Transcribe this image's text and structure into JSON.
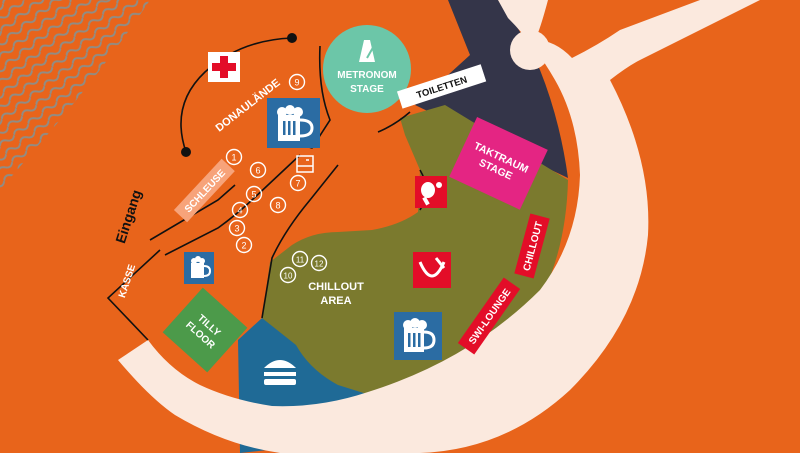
{
  "colors": {
    "background": "#e8641b",
    "path": "#fbe9de",
    "dark_zone": "#343549",
    "chillout_area": "#7b7a2e",
    "blue_zone": "#1f6a96",
    "metronom": "#6cc6a8",
    "taktraum": "#e42583",
    "red_label": "#e30d28",
    "tilly": "#4c9a4a",
    "beer_box": "#2b6ca3",
    "schleuse_box": "#f7a37a"
  },
  "labels": {
    "metronom_line1": "METRONOM",
    "metronom_line2": "STAGE",
    "toiletten": "TOILETTEN",
    "donaulaende": "DONAULÄNDE",
    "schleuse": "SCHLEUSE",
    "eingang": "Eingang",
    "kasse": "KASSE",
    "tilly_line1": "TILLY",
    "tilly_line2": "FLOOR",
    "chillout_area_line1": "CHILLOUT",
    "chillout_area_line2": "AREA",
    "taktraum_line1": "TAKTRAUM",
    "taktraum_line2": "STAGE",
    "chillout": "CHILLOUT",
    "swi_lounge": "SWI-LOUNGE"
  },
  "markers": [
    "1",
    "2",
    "3",
    "4",
    "5",
    "6",
    "7",
    "8",
    "9",
    "10",
    "11",
    "12"
  ],
  "icons": [
    "first-aid-icon",
    "metronome-icon",
    "beer-icon",
    "fridge-icon",
    "table-tennis-icon",
    "turntable-icon",
    "burger-icon"
  ]
}
